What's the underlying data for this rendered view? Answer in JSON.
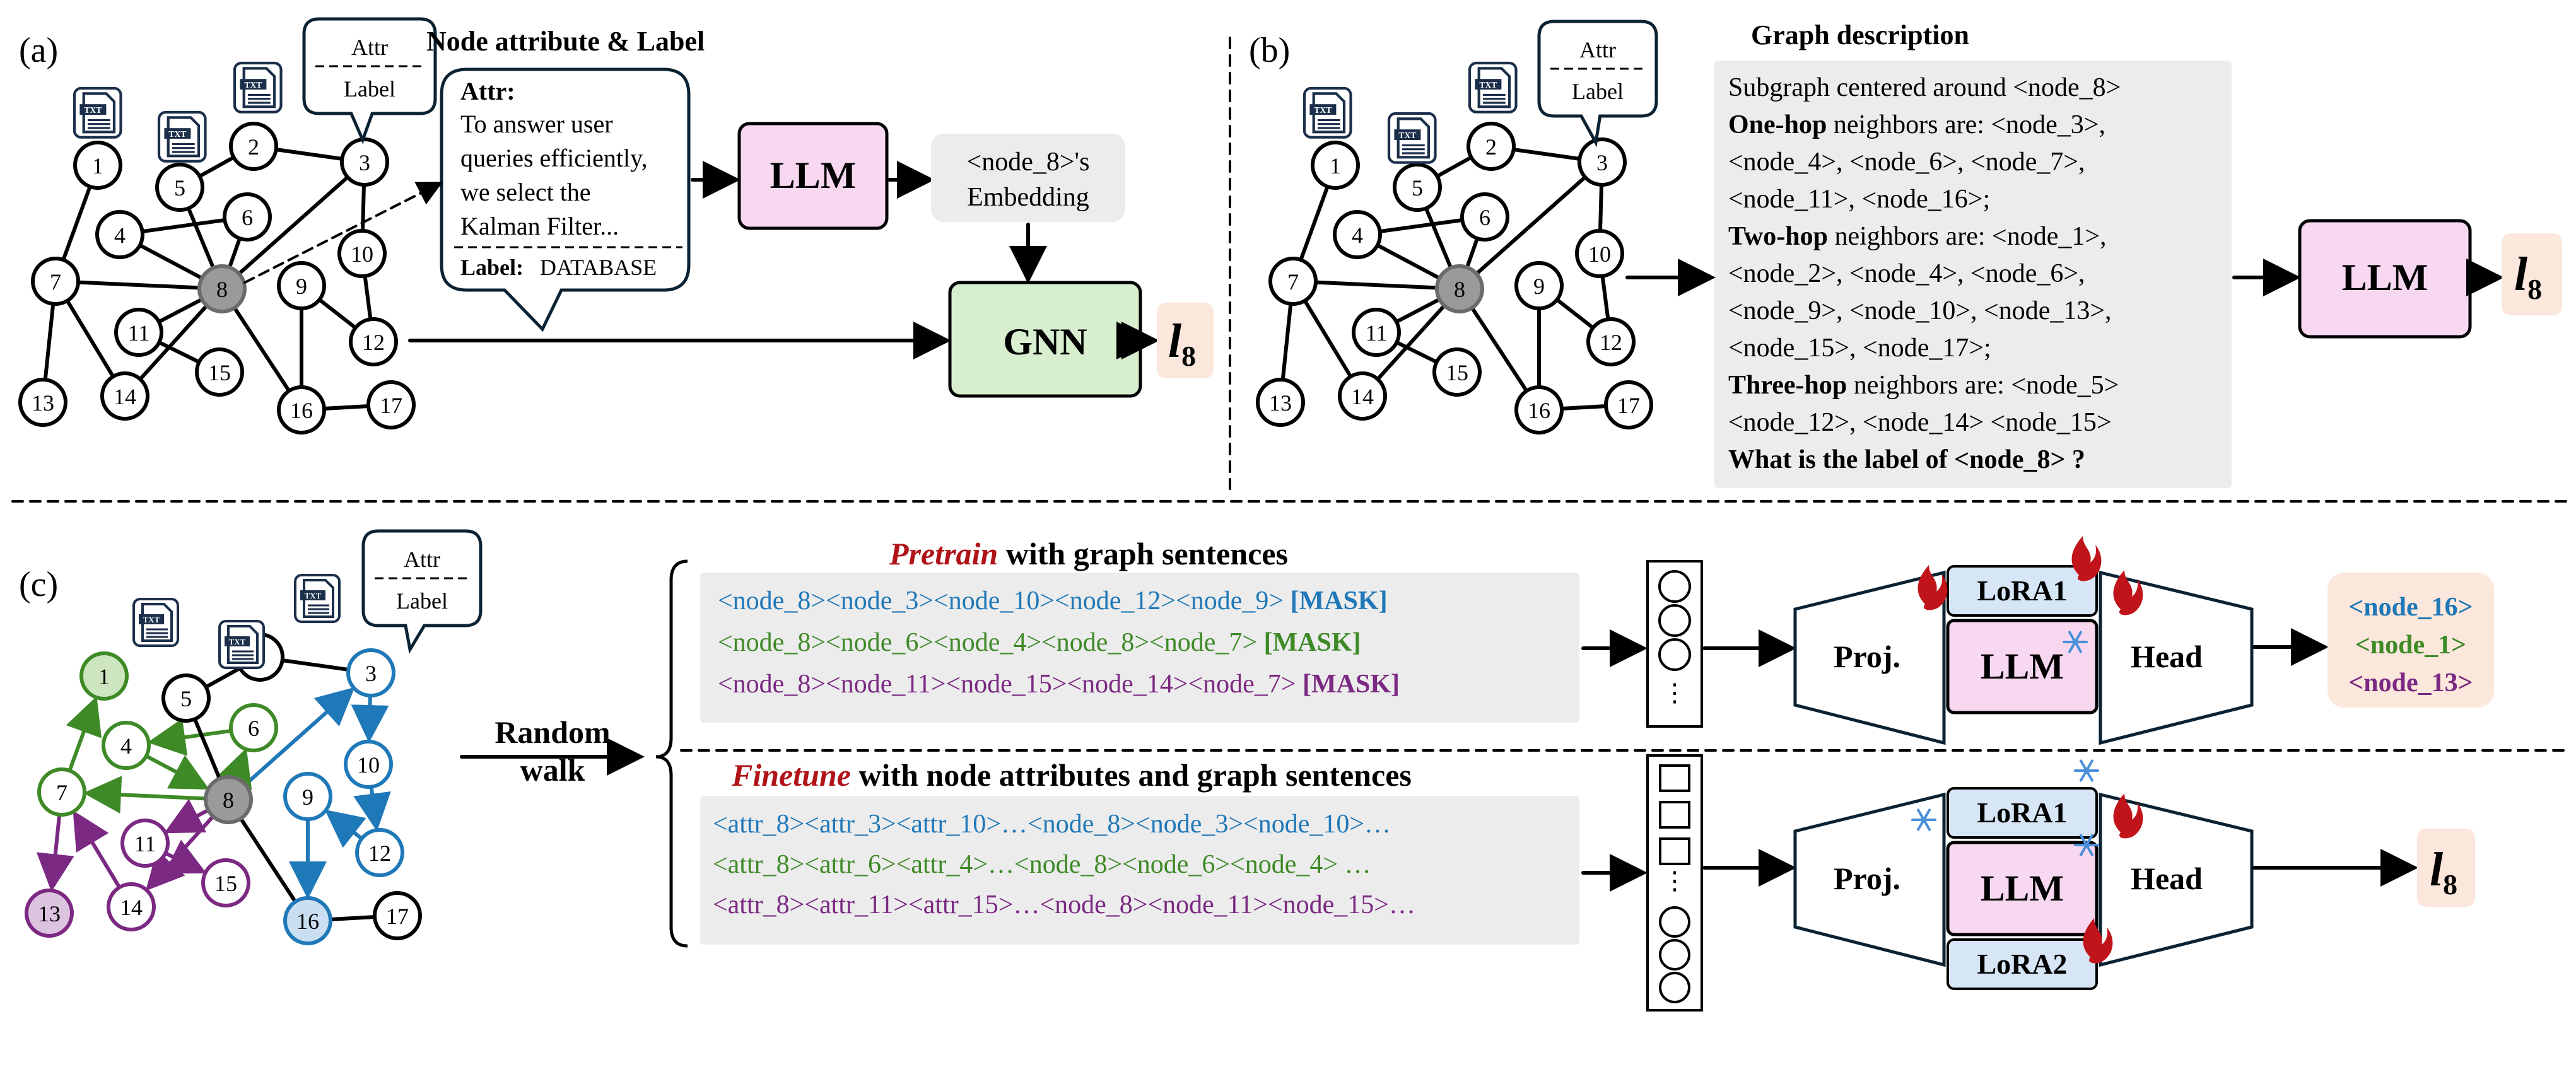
{
  "colors": {
    "black": "#000000",
    "green": "#3e8a27",
    "blue": "#1f78b8",
    "purple": "#7b2982",
    "red": "#b01318",
    "center_fill": "#9a9a9a",
    "llm_fill": "#f7d8f0",
    "gnn_fill": "#d8efcf",
    "lora_fill": "#d6e6f6",
    "box_gray": "#ececec",
    "output_fill": "#fbe7dc",
    "icon_navy": "#1b2e4a"
  },
  "panels": {
    "a": {
      "tag": "(a)",
      "title": "Node attribute & Label",
      "bubble_attr": "Attr",
      "bubble_label": "Label",
      "attr_heading": "Attr:",
      "attr_lines": [
        "To answer user",
        "queries efficiently,",
        "we select the",
        "Kalman Filter..."
      ],
      "label_key": "Label:",
      "label_value": "DATABASE",
      "llm": "LLM",
      "embedding": [
        "<node_8>'s",
        "Embedding"
      ],
      "gnn": "GNN",
      "output": "l",
      "output_sub": "8"
    },
    "b": {
      "tag": "(b)",
      "title": "Graph description",
      "bubble_attr": "Attr",
      "bubble_label": "Label",
      "lines": [
        {
          "parts": [
            {
              "t": "Subgraph centered around <node_8>",
              "b": false
            }
          ]
        },
        {
          "parts": [
            {
              "t": "One-hop",
              "b": true
            },
            {
              "t": " neighbors are: <node_3>,",
              "b": false
            }
          ]
        },
        {
          "parts": [
            {
              "t": "<node_4>, <node_6>, <node_7>,",
              "b": false
            }
          ]
        },
        {
          "parts": [
            {
              "t": "<node_11>, <node_16>;",
              "b": false
            }
          ]
        },
        {
          "parts": [
            {
              "t": "Two-hop",
              "b": true
            },
            {
              "t": " neighbors are: <node_1>,",
              "b": false
            }
          ]
        },
        {
          "parts": [
            {
              "t": "<node_2>, <node_4>, <node_6>,",
              "b": false
            }
          ]
        },
        {
          "parts": [
            {
              "t": "<node_9>, <node_10>, <node_13>,",
              "b": false
            }
          ]
        },
        {
          "parts": [
            {
              "t": "<node_15>, <node_17>;",
              "b": false
            }
          ]
        },
        {
          "parts": [
            {
              "t": "Three-hop",
              "b": true
            },
            {
              "t": " neighbors are: <node_5>",
              "b": false
            }
          ]
        },
        {
          "parts": [
            {
              "t": "<node_12>, <node_14> <node_15>",
              "b": false
            }
          ]
        },
        {
          "parts": [
            {
              "t": "What is the label of <node_8> ?",
              "b": true
            }
          ]
        }
      ],
      "llm": "LLM",
      "output": "l",
      "output_sub": "8"
    },
    "c": {
      "tag": "(c)",
      "bubble_attr": "Attr",
      "bubble_label": "Label",
      "random_walk": [
        "Random",
        "walk"
      ],
      "pretrain": {
        "title_em": "Pretrain",
        "title_rest": " with graph sentences",
        "sentences": [
          {
            "text": "<node_8><node_3><node_10><node_12><node_9> ",
            "mask": "[MASK]",
            "color": "blue"
          },
          {
            "text": "<node_8><node_6><node_4><node_8><node_7> ",
            "mask": "[MASK]",
            "color": "green"
          },
          {
            "text": "<node_8><node_11><node_15><node_14><node_7> ",
            "mask": "[MASK]",
            "color": "purple"
          }
        ],
        "proj": "Proj.",
        "lora1": "LoRA1",
        "llm": "LLM",
        "head": "Head",
        "outputs": [
          {
            "text": "<node_16>",
            "color": "blue"
          },
          {
            "text": "<node_1>",
            "color": "green"
          },
          {
            "text": "<node_13>",
            "color": "purple"
          }
        ]
      },
      "finetune": {
        "title_em": "Finetune",
        "title_rest": " with node attributes and graph sentences",
        "sentences": [
          {
            "text": "<attr_8><attr_3><attr_10>…<node_8><node_3><node_10>…",
            "color": "blue"
          },
          {
            "text": "<attr_8><attr_6><attr_4>…<node_8><node_6><node_4> …",
            "color": "green"
          },
          {
            "text": "<attr_8><attr_11><attr_15>…<node_8><node_11><node_15>…",
            "color": "purple"
          }
        ],
        "proj": "Proj.",
        "lora1": "LoRA1",
        "llm": "LLM",
        "lora2": "LoRA2",
        "head": "Head",
        "output": "l",
        "output_sub": "8"
      }
    }
  },
  "graph": {
    "node_labels": [
      "1",
      "2",
      "3",
      "4",
      "5",
      "6",
      "7",
      "8",
      "9",
      "10",
      "11",
      "12",
      "13",
      "14",
      "15",
      "16",
      "17"
    ],
    "icon_text": "TXT"
  }
}
